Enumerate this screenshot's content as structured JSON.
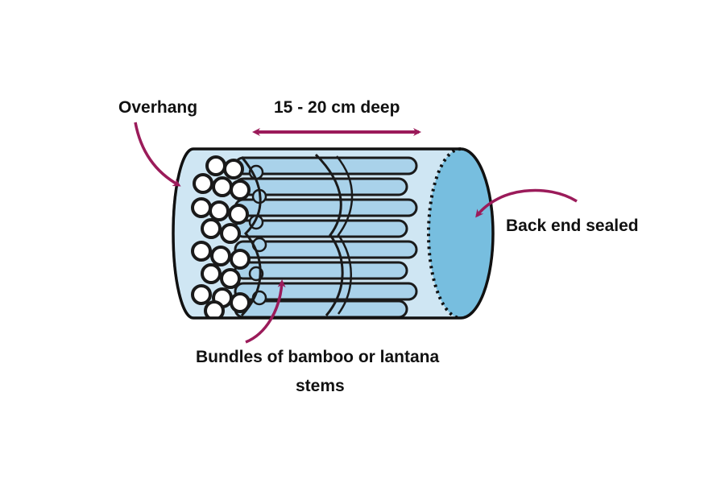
{
  "diagram": {
    "labels": {
      "overhang": "Overhang",
      "depth": "15 - 20 cm deep",
      "back_end": "Back end sealed",
      "bundles_line1": "Bundles of bamboo or lantana",
      "bundles_line2": "stems"
    },
    "colors": {
      "tube_fill": "#cfe6f3",
      "back_end_fill": "#77bedf",
      "stem_fill": "#a9d2ea",
      "stem_stroke": "#1a1a1a",
      "arrow": "#9b1b5a",
      "outline": "#111111"
    },
    "icons": {
      "depth_arrow": "double-headed-arrow",
      "pointer_arrows": "curved-arrow"
    }
  }
}
